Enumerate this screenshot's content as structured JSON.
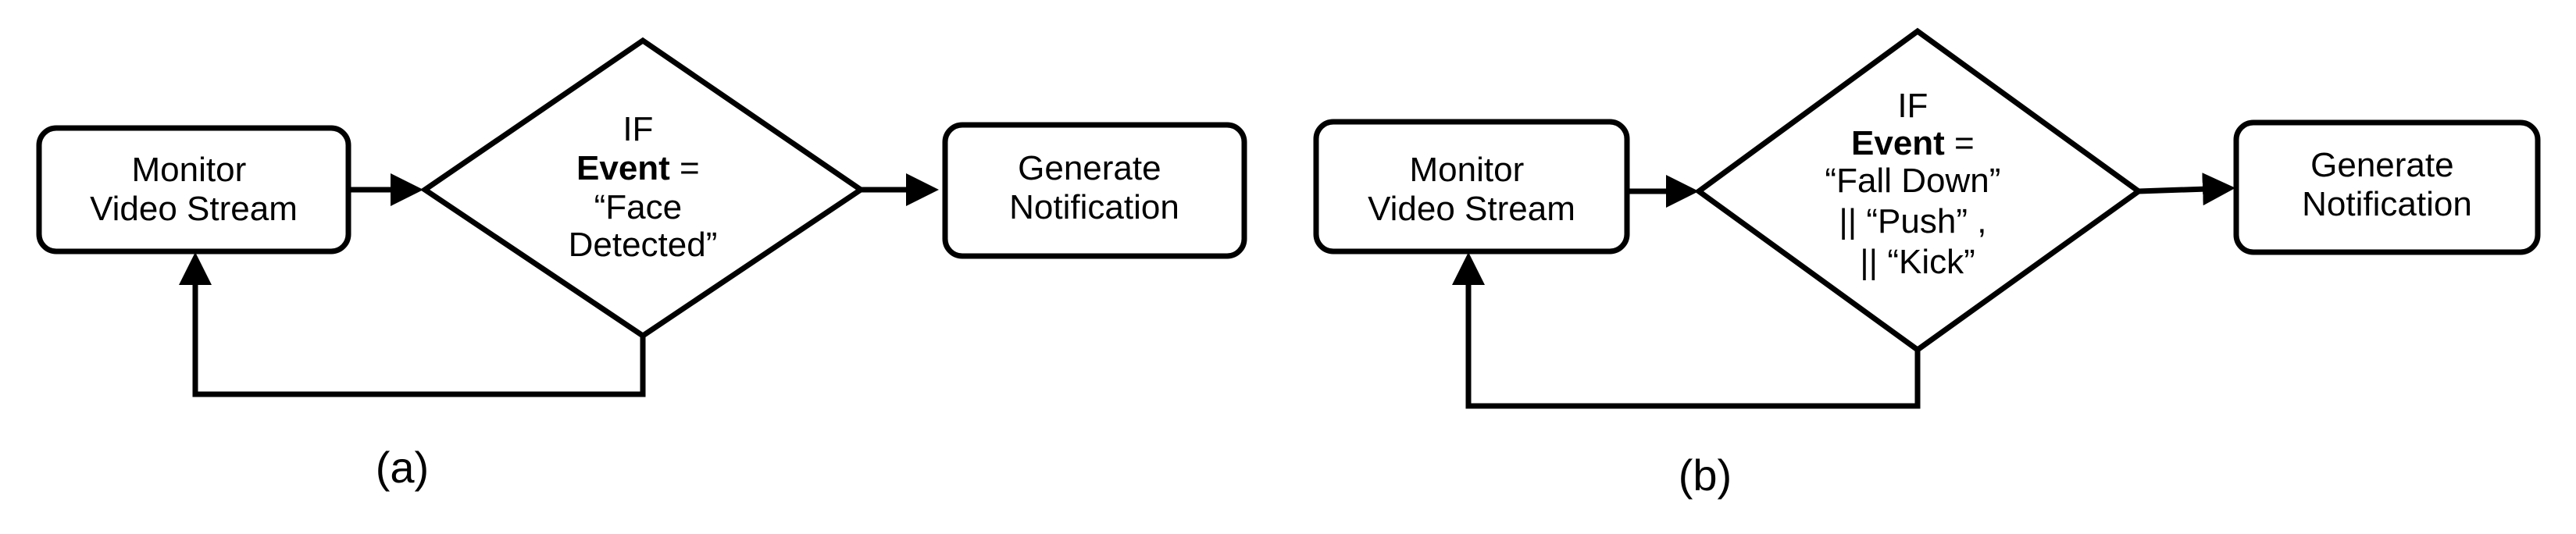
{
  "panels": [
    {
      "caption": "(a)",
      "monitor_lines": [
        "Monitor",
        "Video Stream"
      ],
      "decision_if": "IF",
      "decision_event": "Event",
      "decision_eq": " =",
      "decision_lines": [
        "“Face",
        "Detected”"
      ],
      "notify_lines": [
        "Generate",
        "Notification"
      ]
    },
    {
      "caption": "(b)",
      "monitor_lines": [
        "Monitor",
        "Video Stream"
      ],
      "decision_if": "IF",
      "decision_event": "Event",
      "decision_eq": " =",
      "decision_lines": [
        "“Fall Down”",
        "|| “Push” ,",
        "|| “Kick”"
      ],
      "notify_lines": [
        "Generate",
        "Notification"
      ]
    }
  ]
}
